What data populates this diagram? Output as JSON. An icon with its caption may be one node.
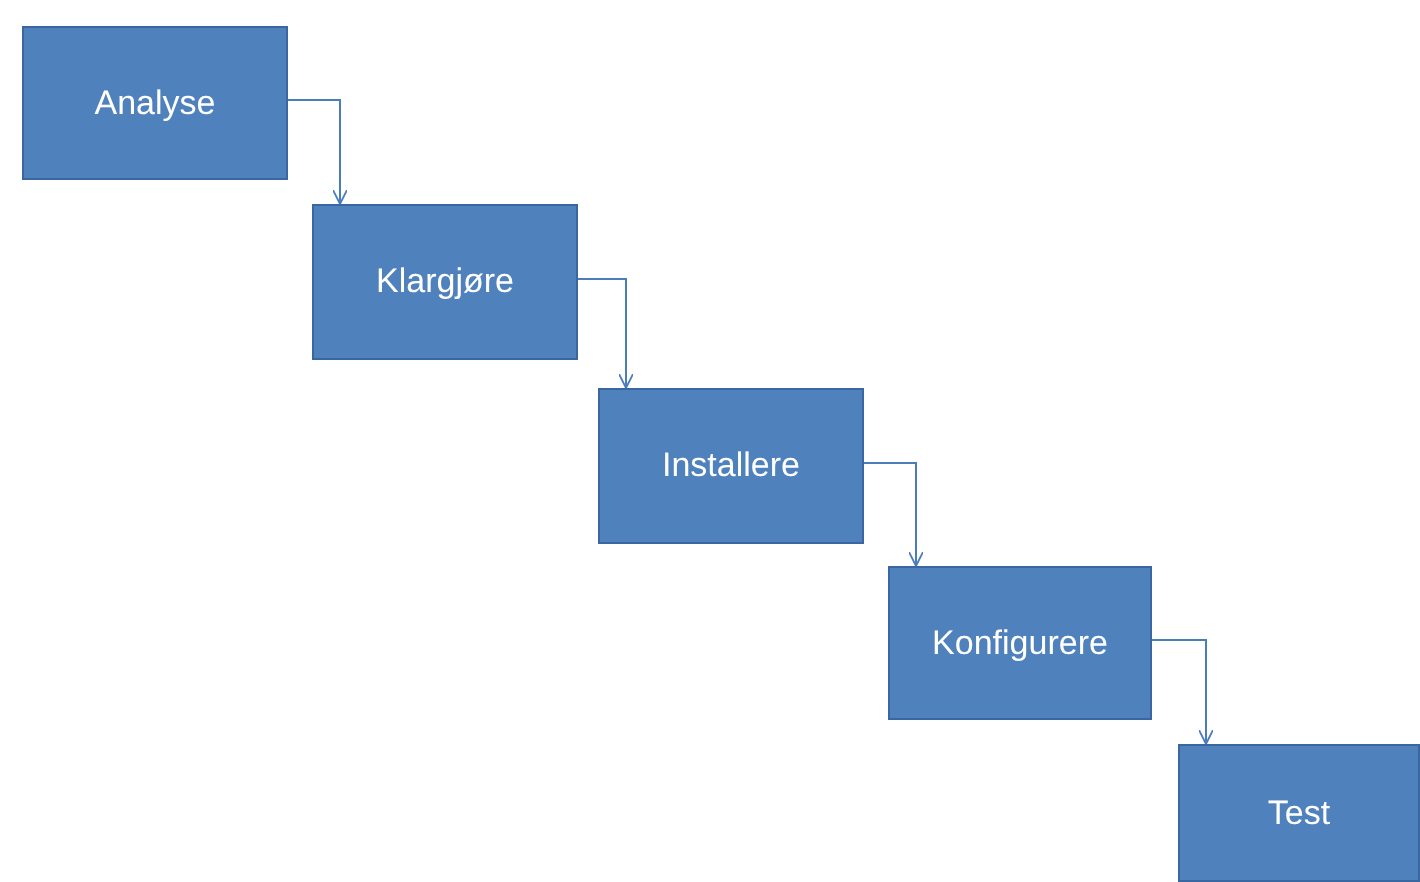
{
  "diagram": {
    "nodes": [
      {
        "text": [
          "Analyse"
        ]
      },
      {
        "text": [
          "Klargjøre"
        ]
      },
      {
        "text": [
          "Installere"
        ]
      },
      {
        "text": [
          "Konfigurere"
        ]
      },
      {
        "text": [
          "Test"
        ]
      }
    ],
    "edges": [
      {
        "from": 0,
        "to": 1,
        "arrow": "to"
      },
      {
        "from": 1,
        "to": 2,
        "arrow": "to"
      },
      {
        "from": 2,
        "to": 3,
        "arrow": "to"
      },
      {
        "from": 3,
        "to": 4,
        "arrow": "to"
      }
    ]
  }
}
